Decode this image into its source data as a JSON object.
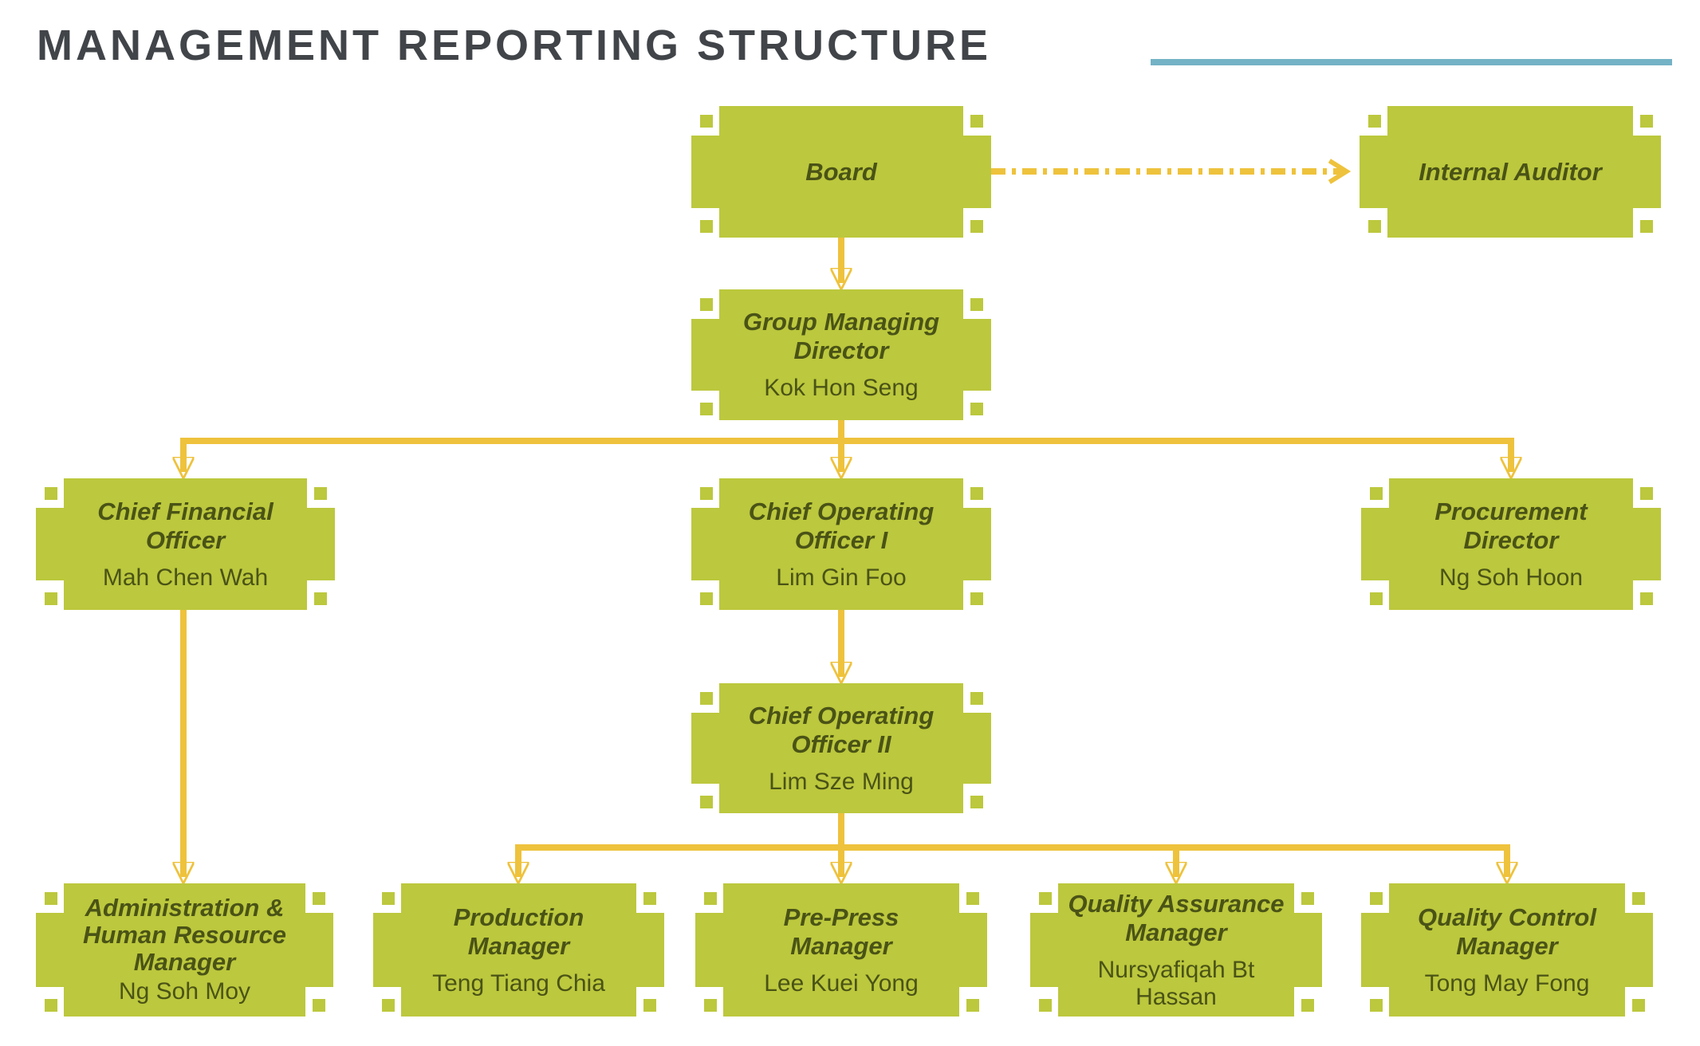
{
  "title": "MANAGEMENT REPORTING STRUCTURE",
  "colors": {
    "box": "#bcc83d",
    "box_text": "#4a5316",
    "connector": "#eec23c",
    "title_text": "#414549",
    "accent_line": "#74b2c6"
  },
  "chart": {
    "type": "org-chart",
    "nodes": [
      {
        "id": "board",
        "title": "Board",
        "name": ""
      },
      {
        "id": "internal-auditor",
        "title": "Internal Auditor",
        "name": ""
      },
      {
        "id": "gmd",
        "title": "Group Managing\nDirector",
        "name": "Kok Hon Seng"
      },
      {
        "id": "cfo",
        "title": "Chief Financial\nOfficer",
        "name": "Mah Chen Wah"
      },
      {
        "id": "coo1",
        "title": "Chief Operating\nOfficer I",
        "name": "Lim Gin Foo"
      },
      {
        "id": "procurement",
        "title": "Procurement\nDirector",
        "name": "Ng Soh Hoon"
      },
      {
        "id": "coo2",
        "title": "Chief Operating\nOfficer II",
        "name": "Lim Sze Ming"
      },
      {
        "id": "admin-hr",
        "title": "Administration &\nHuman Resource\nManager",
        "name": "Ng Soh Moy"
      },
      {
        "id": "production",
        "title": "Production\nManager",
        "name": "Teng Tiang Chia"
      },
      {
        "id": "prepress",
        "title": "Pre-Press\nManager",
        "name": "Lee Kuei Yong"
      },
      {
        "id": "qa",
        "title": "Quality Assurance\nManager",
        "name": "Nursyafiqah Bt Hassan"
      },
      {
        "id": "qc",
        "title": "Quality Control\nManager",
        "name": "Tong May Fong"
      }
    ],
    "edges": [
      {
        "from": "board",
        "to": "internal-auditor",
        "style": "dash-dot"
      },
      {
        "from": "board",
        "to": "gmd",
        "style": "solid"
      },
      {
        "from": "gmd",
        "to": "cfo",
        "style": "solid"
      },
      {
        "from": "gmd",
        "to": "coo1",
        "style": "solid"
      },
      {
        "from": "gmd",
        "to": "procurement",
        "style": "solid"
      },
      {
        "from": "cfo",
        "to": "admin-hr",
        "style": "solid"
      },
      {
        "from": "coo1",
        "to": "coo2",
        "style": "solid"
      },
      {
        "from": "coo2",
        "to": "production",
        "style": "solid"
      },
      {
        "from": "coo2",
        "to": "prepress",
        "style": "solid"
      },
      {
        "from": "coo2",
        "to": "qa",
        "style": "solid"
      },
      {
        "from": "coo2",
        "to": "qc",
        "style": "solid"
      }
    ]
  }
}
